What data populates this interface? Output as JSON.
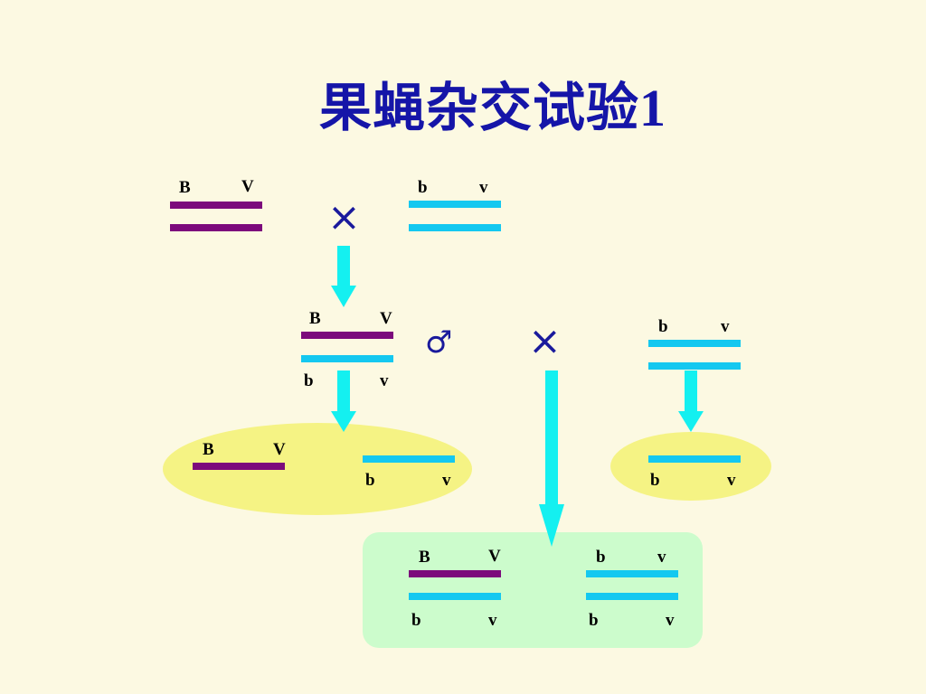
{
  "title": "果蝇杂交试验1",
  "symbols": {
    "cross": "×",
    "male": "♂"
  },
  "colors": {
    "dominant_chromosome": "#7c0a7c",
    "recessive_chromosome": "#14c8f0",
    "arrow": "#14f0f0",
    "gamete_ellipse": "#f5f384",
    "offspring_box": "#ccfccc",
    "title": "#1515a8"
  },
  "parents": {
    "p1": {
      "top_labels": [
        "B",
        "V"
      ]
    },
    "p2": {
      "top_labels": [
        "b",
        "v"
      ]
    }
  },
  "f1": {
    "top_labels": [
      "B",
      "V"
    ],
    "bottom_labels": [
      "b",
      "v"
    ]
  },
  "test_parent": {
    "top_labels": [
      "b",
      "v"
    ]
  },
  "gametes": {
    "g1": {
      "labels": [
        "B",
        "V"
      ]
    },
    "g2": {
      "labels": [
        "b",
        "v"
      ]
    },
    "g3": {
      "labels": [
        "b",
        "v"
      ]
    }
  },
  "offspring": {
    "o1": {
      "top_labels": [
        "B",
        "V"
      ],
      "bottom_labels": [
        "b",
        "v"
      ]
    },
    "o2": {
      "top_labels": [
        "b",
        "v"
      ],
      "bottom_labels": [
        "b",
        "v"
      ]
    }
  }
}
